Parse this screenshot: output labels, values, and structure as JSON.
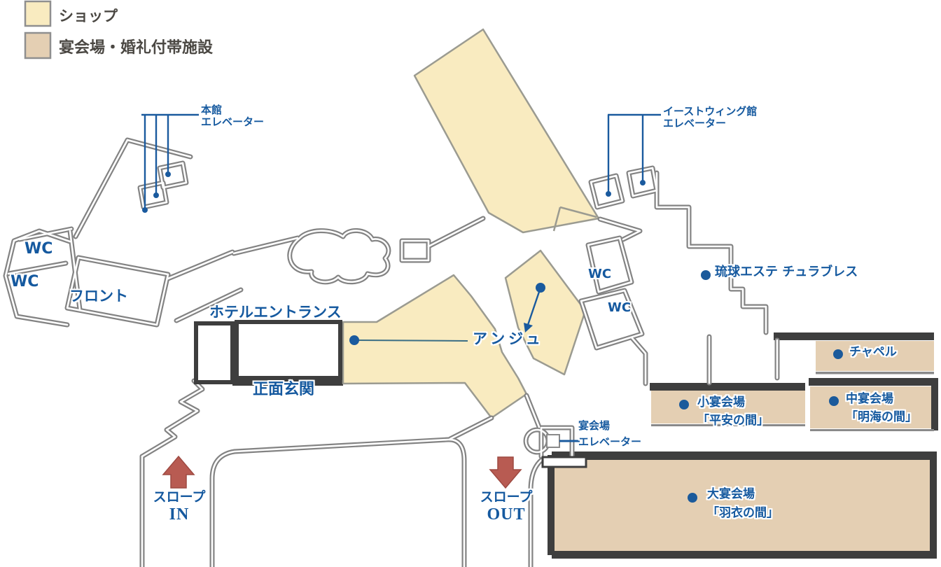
{
  "legend": {
    "shop": {
      "label": "ショップ",
      "color": "#f9ebc0"
    },
    "banquet": {
      "label": "宴会場・婚礼付帯施設",
      "color": "#e4cfb3"
    }
  },
  "labels": {
    "main_elevator": {
      "line1": "本館",
      "line2": "エレベーター"
    },
    "east_wing_elevator": {
      "line1": "イーストウィング館",
      "line2": "エレベーター"
    },
    "banquet_elevator": {
      "line1": "宴会場",
      "line2": "エレベーター"
    },
    "wc_upper": "WC",
    "wc_lower": "WC",
    "wc_east_upper": "WC",
    "wc_east_lower": "WC",
    "front_desk": "フロント",
    "hotel_entrance": "ホテルエントランス",
    "main_entrance": "正面玄関",
    "shop_ange": "アンジュ",
    "ryukyu_esthe": "琉球エステ チュラブレス",
    "chapel": "チャペル",
    "small_banquet": {
      "line1": "小宴会場",
      "line2": "「平安の間」"
    },
    "medium_banquet": {
      "line1": "中宴会場",
      "line2": "「明海の間」"
    },
    "large_banquet": {
      "line1": "大宴会場",
      "line2": "「羽衣の間」"
    },
    "slope_in": {
      "line1": "スロープ",
      "line2": "IN"
    },
    "slope_out": {
      "line1": "スロープ",
      "line2": "OUT"
    }
  },
  "colors": {
    "shop_fill": "#f9ebc0",
    "banquet_fill": "#e4cfb3",
    "label_blue": "#15599f",
    "leader_blue": "#1a5a9e",
    "wall_gray": "#838383",
    "wall_dark": "#3e3e3e",
    "arrow_red": "#b85b52",
    "legend_text": "#4b4843"
  }
}
